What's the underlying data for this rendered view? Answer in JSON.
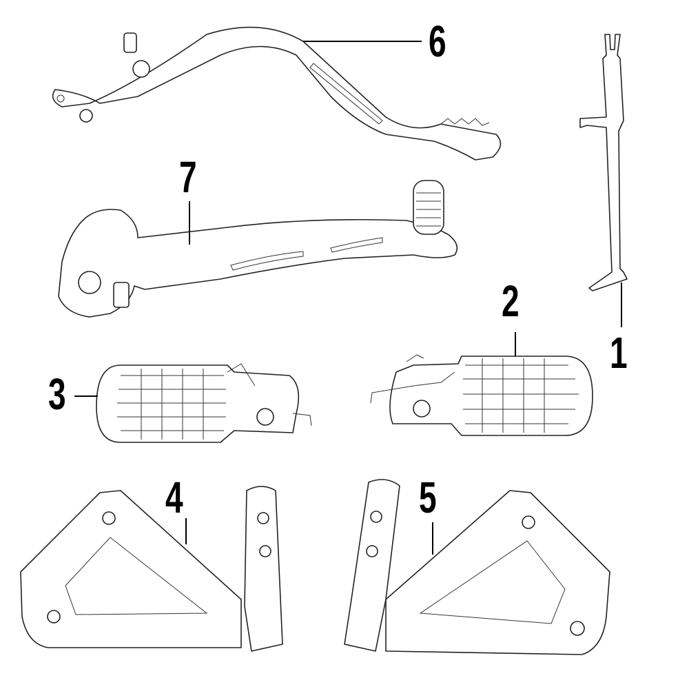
{
  "callouts": {
    "c1": "1",
    "c2": "2",
    "c3": "3",
    "c4": "4",
    "c5": "5",
    "c6": "6",
    "c7": "7"
  },
  "colors": {
    "line": "#222222",
    "background": "#ffffff",
    "label": "#000000"
  }
}
